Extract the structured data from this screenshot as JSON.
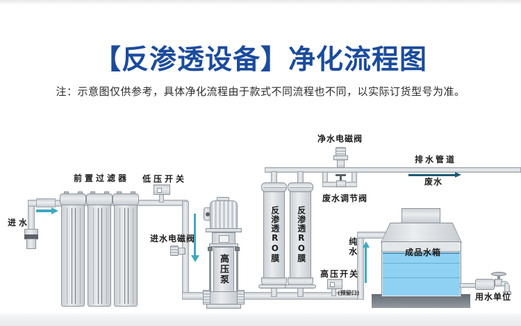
{
  "page": {
    "title": "【反渗透设备】净化流程图",
    "note": "注：示意图仅供参考，具体净化流程由于款式不同流程也不同，以实际订货型号为准。"
  },
  "diagram": {
    "inlet_label": "进水",
    "prefilter_label": "前置过滤器",
    "low_pressure_switch_label": "低压开关",
    "inlet_solenoid_valve_label": "进水电磁阀",
    "high_pressure_pump_label": "高压泵",
    "ro_membrane_label": "反渗透RO膜",
    "pure_water_solenoid_valve_label": "净水电磁阀",
    "waste_regulating_valve_label": "废水调节阀",
    "drain_pipe_label": "排水管道",
    "waste_water_label": "废水",
    "high_pressure_switch_label": "高压开关",
    "reserved_port_label": "(预留口)",
    "pure_water_label": "纯水",
    "product_tank_label": "成品水箱",
    "water_user_label": "用水单位"
  },
  "colors": {
    "title_blue": "#1b4b9c",
    "pipe_gray": "#d9dde1",
    "outline_gray": "#9aa2aa",
    "flow_arrow_teal": "#3fa9bf",
    "waste_arrow_dark": "#1d5a74",
    "tank_water_blue": "#8ed1f2",
    "tank_base_gray": "#6d747c"
  }
}
